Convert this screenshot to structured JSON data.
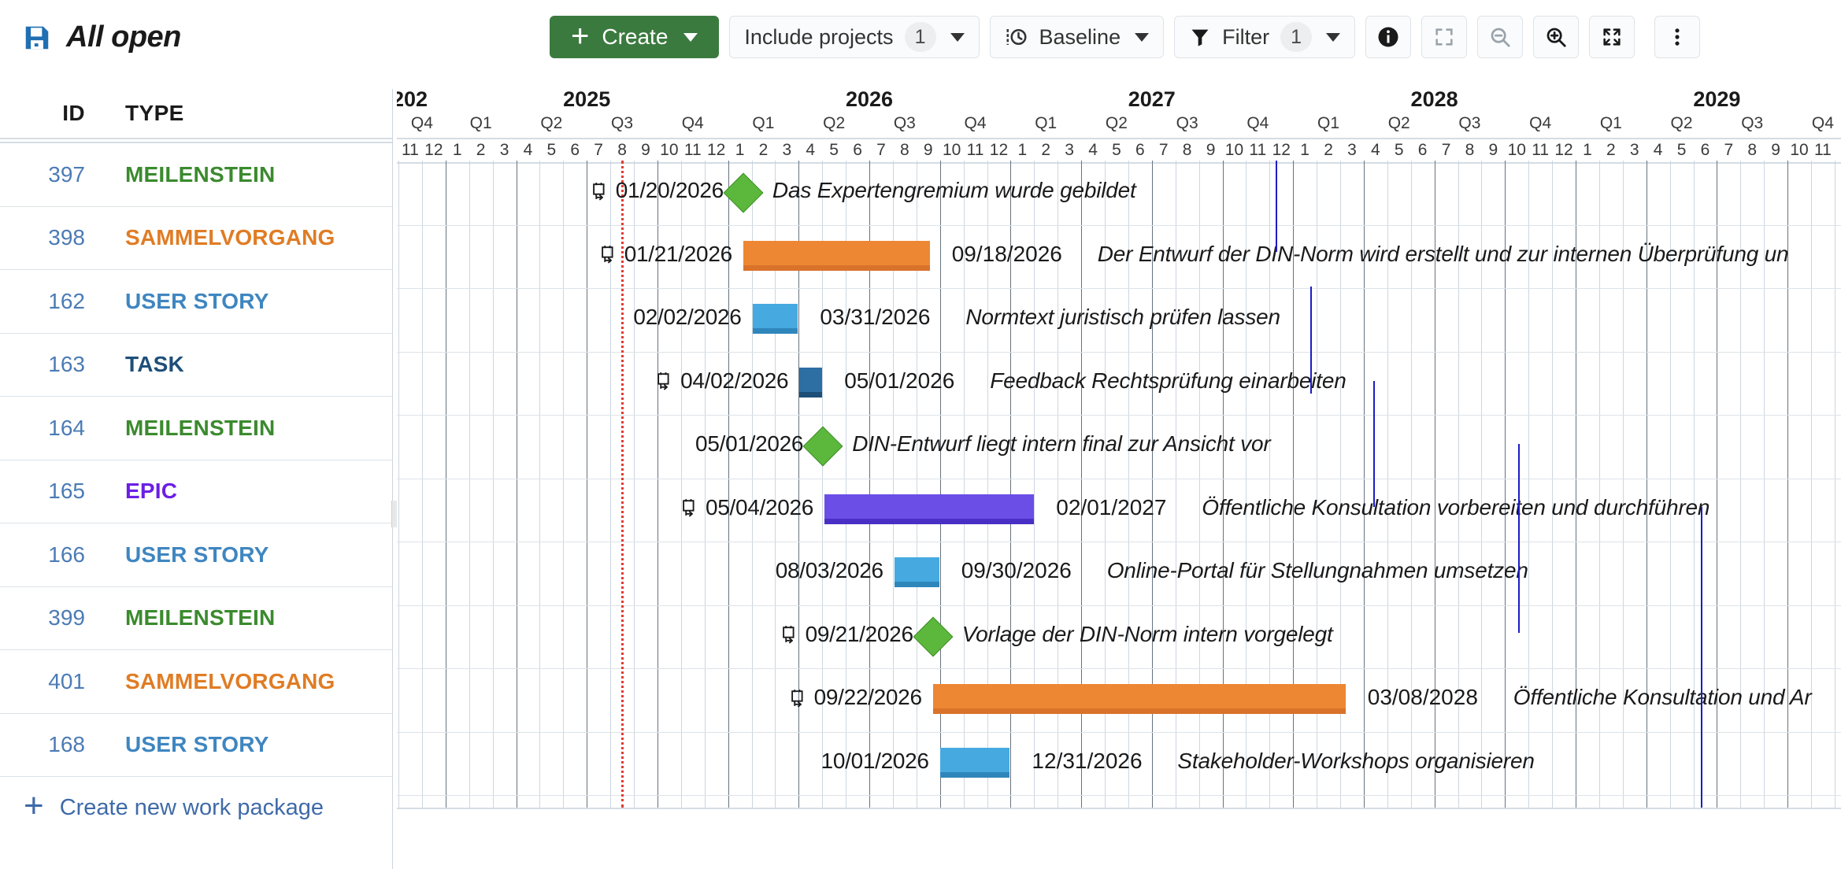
{
  "toolbar": {
    "view_title": "All open",
    "save_icon": "floppy-disk-icon",
    "create_label": "Create",
    "include_projects_label": "Include projects",
    "include_projects_count": "1",
    "baseline_label": "Baseline",
    "filter_label": "Filter",
    "filter_count": "1",
    "info_icon": "info-icon",
    "zoom_auto_icon": "zoom-to-fit-icon",
    "zoom_out_icon": "zoom-out-icon",
    "zoom_in_icon": "zoom-in-icon",
    "fullscreen_icon": "expand-fullscreen-icon",
    "more_icon": "more-vertical-icon"
  },
  "table": {
    "columns": [
      "ID",
      "TYPE"
    ],
    "create_new_label": "Create new work package",
    "rows": [
      {
        "id": "397",
        "type": "MEILENSTEIN",
        "color": "#3b8a2e"
      },
      {
        "id": "398",
        "type": "SAMMELVORGANG",
        "color": "#e07c24"
      },
      {
        "id": "162",
        "type": "USER STORY",
        "color": "#3f86c0"
      },
      {
        "id": "163",
        "type": "TASK",
        "color": "#1e4f7a"
      },
      {
        "id": "164",
        "type": "MEILENSTEIN",
        "color": "#3b8a2e"
      },
      {
        "id": "165",
        "type": "EPIC",
        "color": "#6b1ee6"
      },
      {
        "id": "166",
        "type": "USER STORY",
        "color": "#3f86c0"
      },
      {
        "id": "399",
        "type": "MEILENSTEIN",
        "color": "#3b8a2e"
      },
      {
        "id": "401",
        "type": "SAMMELVORGANG",
        "color": "#e07c24"
      },
      {
        "id": "168",
        "type": "USER STORY",
        "color": "#3f86c0"
      }
    ]
  },
  "chart_data": {
    "type": "gantt",
    "title": "All open",
    "today_marker": "red dotted vertical line",
    "axis": {
      "years": [
        "202",
        "2025",
        "2026",
        "2027",
        "2028",
        "2029"
      ],
      "quarters": [
        "Q4",
        "Q1",
        "Q2",
        "Q3",
        "Q4",
        "Q1",
        "Q2",
        "Q3",
        "Q4",
        "Q1",
        "Q2",
        "Q3",
        "Q4",
        "Q1",
        "Q2",
        "Q3",
        "Q4",
        "Q1",
        "Q2",
        "Q3",
        "Q4"
      ],
      "months": [
        "11",
        "12",
        "1",
        "2",
        "3",
        "4",
        "5",
        "6",
        "7",
        "8",
        "9",
        "10",
        "11",
        "12",
        "1",
        "2",
        "3",
        "4",
        "5",
        "6",
        "7",
        "8",
        "9",
        "10",
        "11",
        "12",
        "1",
        "2",
        "3",
        "4",
        "5",
        "6",
        "7",
        "8",
        "9",
        "10",
        "11",
        "12",
        "1",
        "2",
        "3",
        "4",
        "5",
        "6",
        "7",
        "8",
        "9",
        "10",
        "11",
        "12",
        "1",
        "2",
        "3",
        "4",
        "5",
        "6",
        "7",
        "8",
        "9",
        "10",
        "11"
      ]
    },
    "tasks": [
      {
        "id": "397",
        "type": "MEILENSTEIN",
        "shape": "milestone",
        "color": "#5cb83c",
        "start": "01/20/2026",
        "finish": "",
        "subject": "Das Expertengremium wurde gebildet",
        "scheduled_icon": true
      },
      {
        "id": "398",
        "type": "SAMMELVORGANG",
        "shape": "bar",
        "color": "#ed8733",
        "start": "01/21/2026",
        "finish": "09/18/2026",
        "subject": "Der Entwurf der DIN-Norm wird erstellt und zur internen Überprüfung un",
        "scheduled_icon": true
      },
      {
        "id": "162",
        "type": "USER STORY",
        "shape": "bar",
        "color": "#46aae0",
        "start": "02/02/2026",
        "finish": "03/31/2026",
        "subject": "Normtext juristisch prüfen lassen",
        "scheduled_icon": false
      },
      {
        "id": "163",
        "type": "TASK",
        "shape": "bar",
        "color": "#2d6ea3",
        "start": "04/02/2026",
        "finish": "05/01/2026",
        "subject": "Feedback Rechtsprüfung einarbeiten",
        "scheduled_icon": true
      },
      {
        "id": "164",
        "type": "MEILENSTEIN",
        "shape": "milestone",
        "color": "#5cb83c",
        "start": "05/01/2026",
        "finish": "",
        "subject": "DIN-Entwurf liegt intern final zur Ansicht vor",
        "scheduled_icon": false
      },
      {
        "id": "165",
        "type": "EPIC",
        "shape": "bar",
        "color": "#6b4ee6",
        "start": "05/04/2026",
        "finish": "02/01/2027",
        "subject": "Öffentliche Konsultation vorbereiten und durchführen",
        "scheduled_icon": true
      },
      {
        "id": "166",
        "type": "USER STORY",
        "shape": "bar",
        "color": "#46aae0",
        "start": "08/03/2026",
        "finish": "09/30/2026",
        "subject": "Online-Portal für Stellungnahmen umsetzen",
        "scheduled_icon": false
      },
      {
        "id": "399",
        "type": "MEILENSTEIN",
        "shape": "milestone",
        "color": "#5cb83c",
        "start": "09/21/2026",
        "finish": "",
        "subject": "Vorlage der DIN-Norm intern vorgelegt",
        "scheduled_icon": true
      },
      {
        "id": "401",
        "type": "SAMMELVORGANG",
        "shape": "bar",
        "color": "#ed8733",
        "start": "09/22/2026",
        "finish": "03/08/2028",
        "subject": "Öffentliche Konsultation und Ar",
        "scheduled_icon": true
      },
      {
        "id": "168",
        "type": "USER STORY",
        "shape": "bar",
        "color": "#46aae0",
        "start": "10/01/2026",
        "finish": "12/31/2026",
        "subject": "Stakeholder-Workshops organisieren",
        "scheduled_icon": false
      }
    ]
  }
}
